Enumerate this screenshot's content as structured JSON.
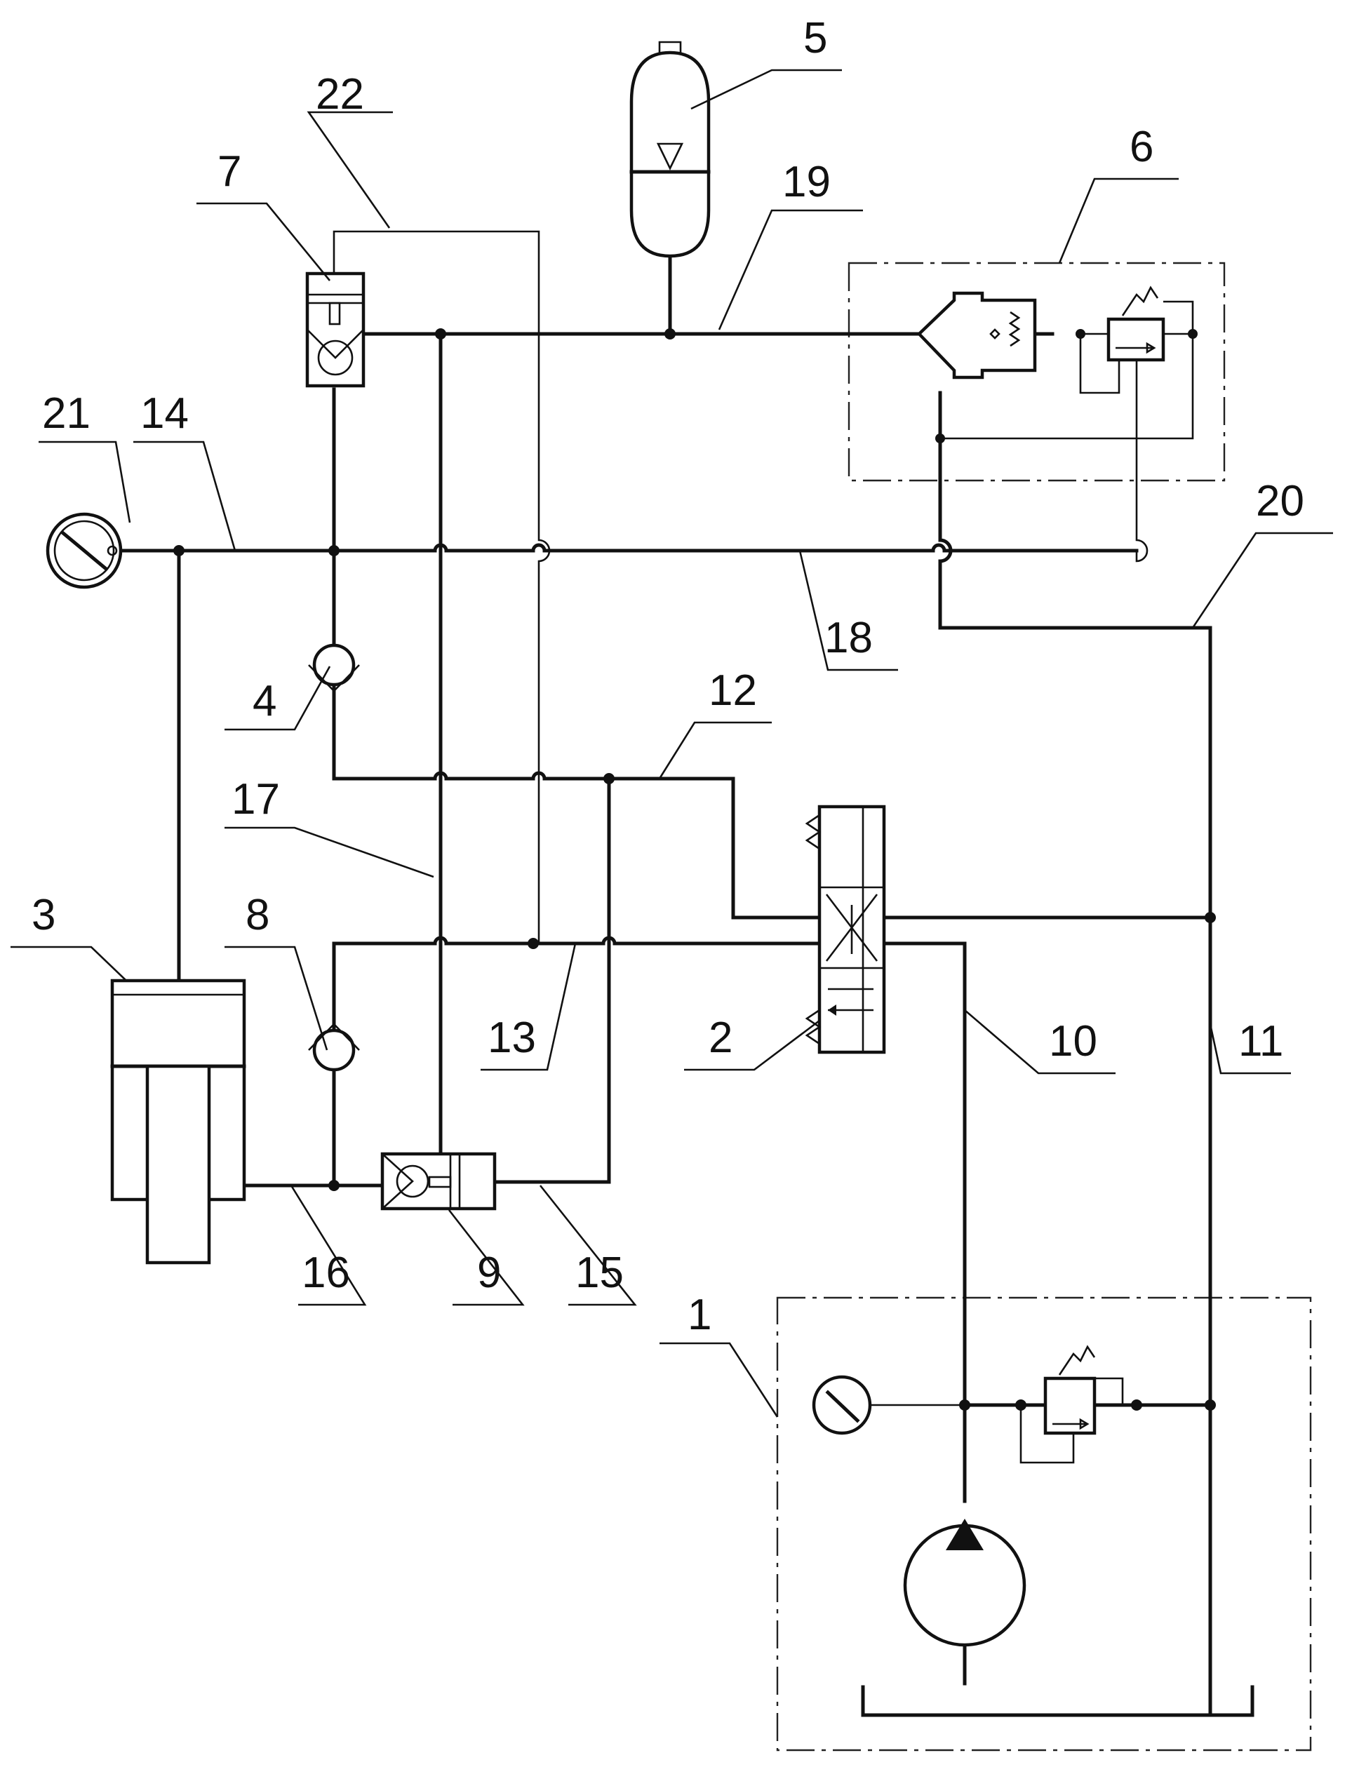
{
  "components": [
    {
      "id": "pump-unit",
      "label": "1"
    },
    {
      "id": "directional-valve",
      "label": "2"
    },
    {
      "id": "cylinder",
      "label": "3"
    },
    {
      "id": "check-valve-a",
      "label": "4"
    },
    {
      "id": "accumulator",
      "label": "5"
    },
    {
      "id": "relief-valve-unit",
      "label": "6"
    },
    {
      "id": "pilot-check-valve-top",
      "label": "7"
    },
    {
      "id": "check-valve-b",
      "label": "8"
    },
    {
      "id": "pilot-check-valve-bottom",
      "label": "9"
    },
    {
      "id": "pressure-gauge",
      "label": "21"
    }
  ],
  "lines": [
    {
      "id": "line-10",
      "label": "10"
    },
    {
      "id": "line-11",
      "label": "11"
    },
    {
      "id": "line-12",
      "label": "12"
    },
    {
      "id": "line-13",
      "label": "13"
    },
    {
      "id": "line-14",
      "label": "14"
    },
    {
      "id": "line-15",
      "label": "15"
    },
    {
      "id": "line-16",
      "label": "16"
    },
    {
      "id": "line-17",
      "label": "17"
    },
    {
      "id": "line-18",
      "label": "18"
    },
    {
      "id": "line-19",
      "label": "19"
    },
    {
      "id": "line-20",
      "label": "20"
    },
    {
      "id": "line-22",
      "label": "22"
    }
  ]
}
